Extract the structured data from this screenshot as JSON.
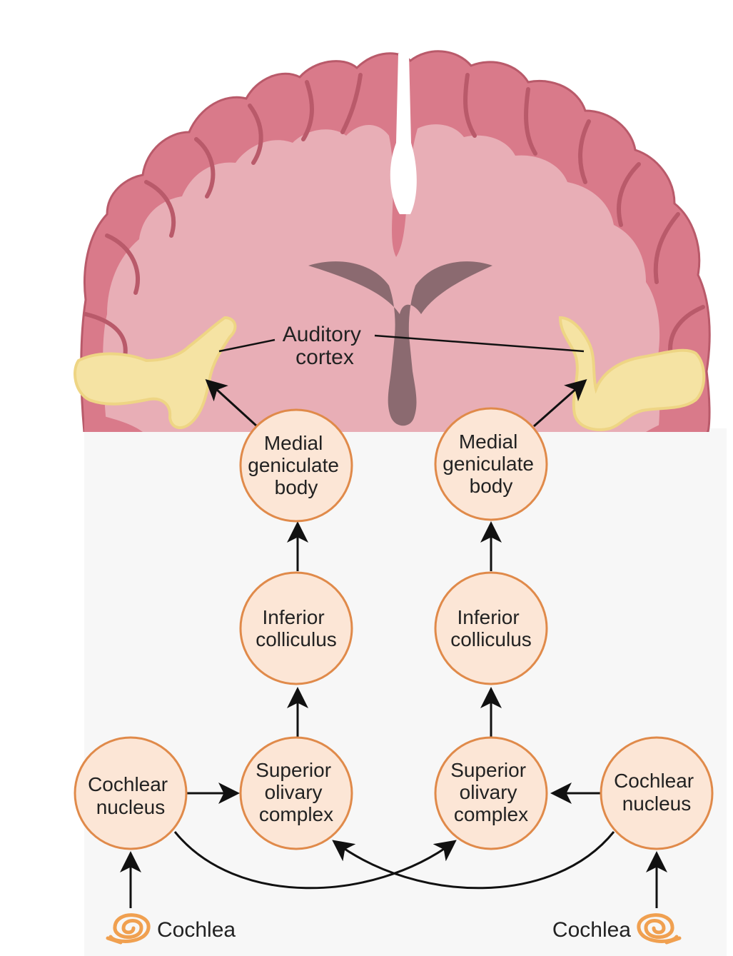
{
  "colors": {
    "background": "#ffffff",
    "lower_panel": "#f7f7f7",
    "brain_fill": "#e9b3ba",
    "cortex_fill": "#d97a8a",
    "cortex_stroke": "#b95a6a",
    "white_matter": "#e8aeb6",
    "ventricle": "#8b6a70",
    "auditory_cortex": "#f5e3a3",
    "auditory_cortex_stroke": "#eed584",
    "node_fill": "#fce6d6",
    "node_stroke": "#e08a4a",
    "cochlea": "#f0a050",
    "arrow": "#111111"
  },
  "labels": {
    "auditory_cortex": [
      "Auditory",
      "cortex"
    ],
    "cochlea_left": "Cochlea",
    "cochlea_right": "Cochlea"
  },
  "nodes": {
    "mgb_left": [
      "Medial",
      "geniculate",
      "body"
    ],
    "mgb_right": [
      "Medial",
      "geniculate",
      "body"
    ],
    "ic_left": [
      "Inferior",
      "colliculus"
    ],
    "ic_right": [
      "Inferior",
      "colliculus"
    ],
    "soc_left": [
      "Superior",
      "olivary",
      "complex"
    ],
    "soc_right": [
      "Superior",
      "olivary",
      "complex"
    ],
    "cn_left": [
      "Cochlear",
      "nucleus"
    ],
    "cn_right": [
      "Cochlear",
      "nucleus"
    ]
  },
  "icons": {
    "cochlea": "cochlea-spiral-icon"
  }
}
